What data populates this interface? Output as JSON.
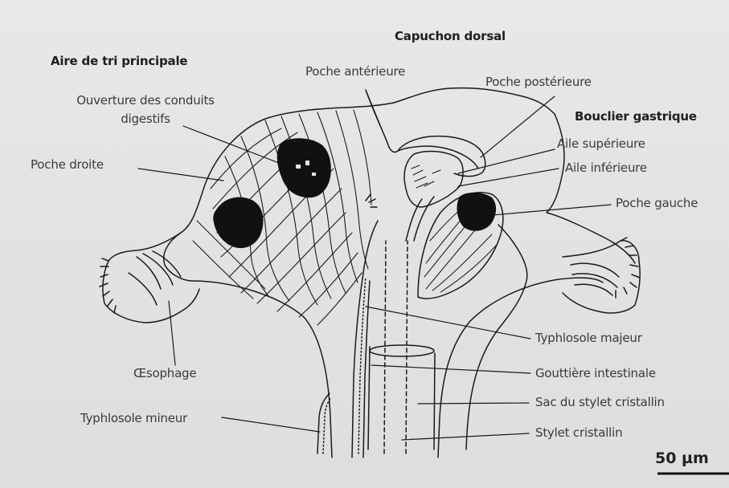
{
  "labels": {
    "capuchon_dorsal": "Capuchon dorsal",
    "aire_tri": "Aire de tri principale",
    "poche_anterieure": "Poche antérieure",
    "poche_posterieure": "Poche postérieure",
    "ouverture_l1": "Ouverture des conduits",
    "ouverture_l2": "digestifs",
    "bouclier": "Bouclier gastrique",
    "aile_sup": "Aile supérieure",
    "aile_inf": "Aile inférieure",
    "poche_droite": "Poche droite",
    "poche_gauche": "Poche gauche",
    "typhlosole_majeur": "Typhlosole majeur",
    "oesophage": "Œsophage",
    "gouttiere": "Gouttière intestinale",
    "sac_stylet": "Sac du stylet cristallin",
    "typhlosole_mineur": "Typhlosole mineur",
    "stylet": "Stylet cristallin"
  },
  "scale_bar": {
    "label": "50 µm"
  },
  "colors": {
    "ink": "#1a1a1a",
    "text": "#3a3a3a",
    "background": "#e4e4e2"
  }
}
